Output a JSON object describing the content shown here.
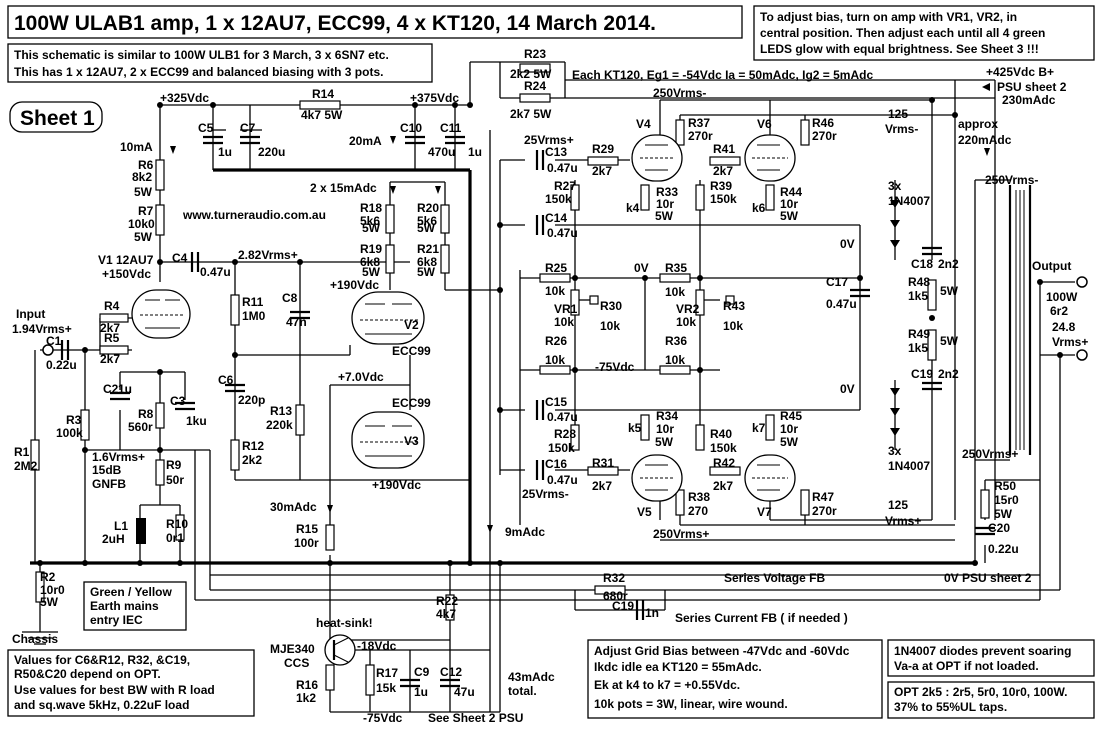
{
  "title": "100W ULAB1 amp, 1 x 12AU7,  ECC99,  4 x KT120, 14 March 2014.",
  "sheet": "Sheet 1",
  "notes": {
    "similar_line1": "This schematic is similar to 100W ULB1 for 3 March, 3 x 6SN7 etc.",
    "similar_line2": "This has 1 x 12AU7, 2 x ECC99 and balanced biasing with 3 pots.",
    "bias_line1": "To adjust bias, turn on amp with VR1, VR2, in",
    "bias_line2": "central position. Then adjust each until all  4  green",
    "bias_line3": "LEDS glow  with equal brightness. See Sheet 3 !!!",
    "each_kt120": "Each  KT120,  Eg1 = -54Vdc  Ia = 50mAdc,  Ig2 = 5mAdc",
    "website": "www.turneraudio.com.au",
    "values_line1": "Values for    C6&R12,   R32, &C19,",
    "values_line2": "R50&C20   depend on OPT.",
    "values_line3": "Use values for best BW with R load",
    "values_line4": "and sq.wave 5kHz, 0.22uF load",
    "adjust_line1": "Adjust Grid Bias between -47Vdc and -60Vdc",
    "adjust_line2": "Ikdc idle ea KT120 = 55mAdc.",
    "adjust_line3": "Ek at k4 to k7 = +0.55Vdc.",
    "adjust_line4": "10k pots = 3W, linear, wire wound.",
    "diodes_line1": "1N4007 diodes prevent soaring",
    "diodes_line2": "Va-a at OPT if not loaded.",
    "opt_line1": "OPT  2k5 : 2r5, 5r0, 10r0, 100W.",
    "opt_line2": "37% to 55%UL taps.",
    "earth_line1": "Green / Yellow",
    "earth_line2": "Earth  mains",
    "earth_line3": "entry IEC",
    "series_voltage_fb": "Series Voltage   FB",
    "series_current_fb": "Series Current  FB  ( if needed )",
    "psu_sheet2_0v": "0V PSU sheet 2",
    "see_sheet2": "See Sheet 2 PSU",
    "heat_sink": "heat-sink!",
    "total_43ma": "43mAdc",
    "total_word": "total.",
    "psu_sheet2_b": "PSU sheet 2",
    "approx": "approx",
    "input": "Input",
    "output": "Output",
    "chassis": "Chassis"
  },
  "voltages": {
    "b425": "+425Vdc B+",
    "b325": "+325Vdc",
    "b375": "+375Vdc",
    "v150": "+150Vdc",
    "v190a": "+190Vdc",
    "v190b": "+190Vdc",
    "v7": "+7.0Vdc",
    "m75a": "-75Vdc",
    "m75b": "-75Vdc",
    "m18": "-18Vdc",
    "in_rms": "1.94Vrms+",
    "rms282": "2.82Vrms+",
    "rms25p": "25Vrms+",
    "rms25m": "25Vrms-",
    "rms250m_a": "250Vrms-",
    "rms250m_b": "250Vrms-",
    "rms250p_a": "250Vrms+",
    "rms250p_b": "250Vrms+",
    "rms125_top": "125",
    "rms125m": "Vrms-",
    "rms125_bot": "125",
    "rms125p": "Vrms+",
    "out_rms": "24.8",
    "out_rms_unit": "Vrms+",
    "gnfb1": "1.6Vrms+",
    "gnfb2": "15dB",
    "gnfb3": "GNFB",
    "zero_v": "0V"
  },
  "currents": {
    "ma10": "10mA",
    "ma20": "20mA",
    "ma2x15": "2 x 15mAdc",
    "ma30": "30mAdc",
    "ma9": "9mAdc",
    "ma230": "230mAdc",
    "ma220": "220mAdc"
  },
  "tubes": {
    "v1": "V1 12AU7",
    "v2": "V2",
    "v2type": "ECC99",
    "v3": "V3",
    "v3type": "ECC99",
    "v4": "V4",
    "v5": "V5",
    "v6": "V6",
    "v7": "V7",
    "q1a": "MJE340",
    "q1b": "CCS",
    "k4": "k4",
    "k5": "k5",
    "k6": "k6",
    "k7": "k7"
  },
  "components": [
    {
      "ref": "R23",
      "val": "2k2 5W"
    },
    {
      "ref": "R24",
      "val": "2k7 5W"
    },
    {
      "ref": "R14",
      "val": "4k7 5W"
    },
    {
      "ref": "R6",
      "val": "8k2"
    },
    {
      "ref": "R7",
      "val": "10k0"
    },
    {
      "ref": "R4",
      "val": "2k7"
    },
    {
      "ref": "R5",
      "val": "2k7"
    },
    {
      "ref": "R3",
      "val": "100k"
    },
    {
      "ref": "R1",
      "val": "2M2"
    },
    {
      "ref": "R8",
      "val": "560r"
    },
    {
      "ref": "R9",
      "val": "50r"
    },
    {
      "ref": "R10",
      "val": "0r1"
    },
    {
      "ref": "R2",
      "val": "10r0"
    },
    {
      "ref": "R11",
      "val": "1M0"
    },
    {
      "ref": "R12",
      "val": "2k2"
    },
    {
      "ref": "R13",
      "val": "220k"
    },
    {
      "ref": "R15",
      "val": "100r"
    },
    {
      "ref": "R16",
      "val": "1k2"
    },
    {
      "ref": "R17",
      "val": "15k"
    },
    {
      "ref": "R18",
      "val": "5k6"
    },
    {
      "ref": "R19",
      "val": "6k8"
    },
    {
      "ref": "R20",
      "val": "5k6"
    },
    {
      "ref": "R21",
      "val": "6k8"
    },
    {
      "ref": "R22",
      "val": "4k7"
    },
    {
      "ref": "R25",
      "val": "10k"
    },
    {
      "ref": "R26",
      "val": "10k"
    },
    {
      "ref": "R27",
      "val": "150k"
    },
    {
      "ref": "R28",
      "val": "150k"
    },
    {
      "ref": "R29",
      "val": "2k7"
    },
    {
      "ref": "R30",
      "val": "10k"
    },
    {
      "ref": "R31",
      "val": "2k7"
    },
    {
      "ref": "R32",
      "val": "680r"
    },
    {
      "ref": "R33",
      "val": "10r"
    },
    {
      "ref": "R34",
      "val": "10r"
    },
    {
      "ref": "R35",
      "val": "10k"
    },
    {
      "ref": "R36",
      "val": "10k"
    },
    {
      "ref": "R37",
      "val": "270r"
    },
    {
      "ref": "R38",
      "val": "270"
    },
    {
      "ref": "R39",
      "val": "150k"
    },
    {
      "ref": "R40",
      "val": "150k"
    },
    {
      "ref": "R41",
      "val": "2k7"
    },
    {
      "ref": "R42",
      "val": "2k7"
    },
    {
      "ref": "R43",
      "val": "10k"
    },
    {
      "ref": "R44",
      "val": "10r"
    },
    {
      "ref": "R45",
      "val": "10r"
    },
    {
      "ref": "R46",
      "val": "270r"
    },
    {
      "ref": "R47",
      "val": "270r"
    },
    {
      "ref": "R48",
      "val": "1k5"
    },
    {
      "ref": "R49",
      "val": "1k5"
    },
    {
      "ref": "R50",
      "val": "15r0"
    },
    {
      "ref": "VR1",
      "val": "10k"
    },
    {
      "ref": "VR2",
      "val": "10k"
    },
    {
      "ref": "C1",
      "val": "0.22u"
    },
    {
      "ref": "C2",
      "val": "1u"
    },
    {
      "ref": "C3",
      "val": "1ku"
    },
    {
      "ref": "C4",
      "val": "0.47u"
    },
    {
      "ref": "C5",
      "val": "1u"
    },
    {
      "ref": "C6",
      "val": "220p"
    },
    {
      "ref": "C7",
      "val": "220u"
    },
    {
      "ref": "C8",
      "val": "47n"
    },
    {
      "ref": "C9",
      "val": "1u"
    },
    {
      "ref": "C10",
      "val": "470u"
    },
    {
      "ref": "C11",
      "val": "1u"
    },
    {
      "ref": "C12",
      "val": "47u"
    },
    {
      "ref": "C13",
      "val": "0.47u"
    },
    {
      "ref": "C14",
      "val": "0.47u"
    },
    {
      "ref": "C15",
      "val": "0.47u"
    },
    {
      "ref": "C16",
      "val": "0.47u"
    },
    {
      "ref": "C17",
      "val": "0.47u"
    },
    {
      "ref": "C18",
      "val": "2n2"
    },
    {
      "ref": "C19",
      "val": "1n"
    },
    {
      "ref": "C19b",
      "val": "2n2"
    },
    {
      "ref": "C20",
      "val": "0.22u"
    },
    {
      "ref": "L1",
      "val": "2uH"
    }
  ],
  "misc": {
    "five_w": "5W",
    "d_top1": "3x",
    "d_top2": "1N4007",
    "d_bot1": "3x",
    "d_bot2": "1N4007",
    "out_power": "100W",
    "out_ohm": "6r2"
  }
}
